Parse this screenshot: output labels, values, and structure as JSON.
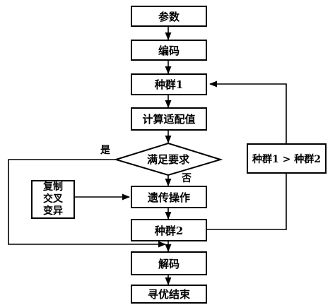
{
  "flowchart": {
    "steps": {
      "params": "参数",
      "encode": "编码",
      "population1": "种群1",
      "fitness": "计算适配值",
      "genetic_ops": "遗传操作",
      "population2": "种群2",
      "decode": "解码",
      "search_end": "寻优结束"
    },
    "decision": "满足要求",
    "yes_label": "是",
    "no_label": "否",
    "operators": [
      "复制",
      "交叉",
      "变异"
    ],
    "assignment": "种群1 > 种群2"
  }
}
